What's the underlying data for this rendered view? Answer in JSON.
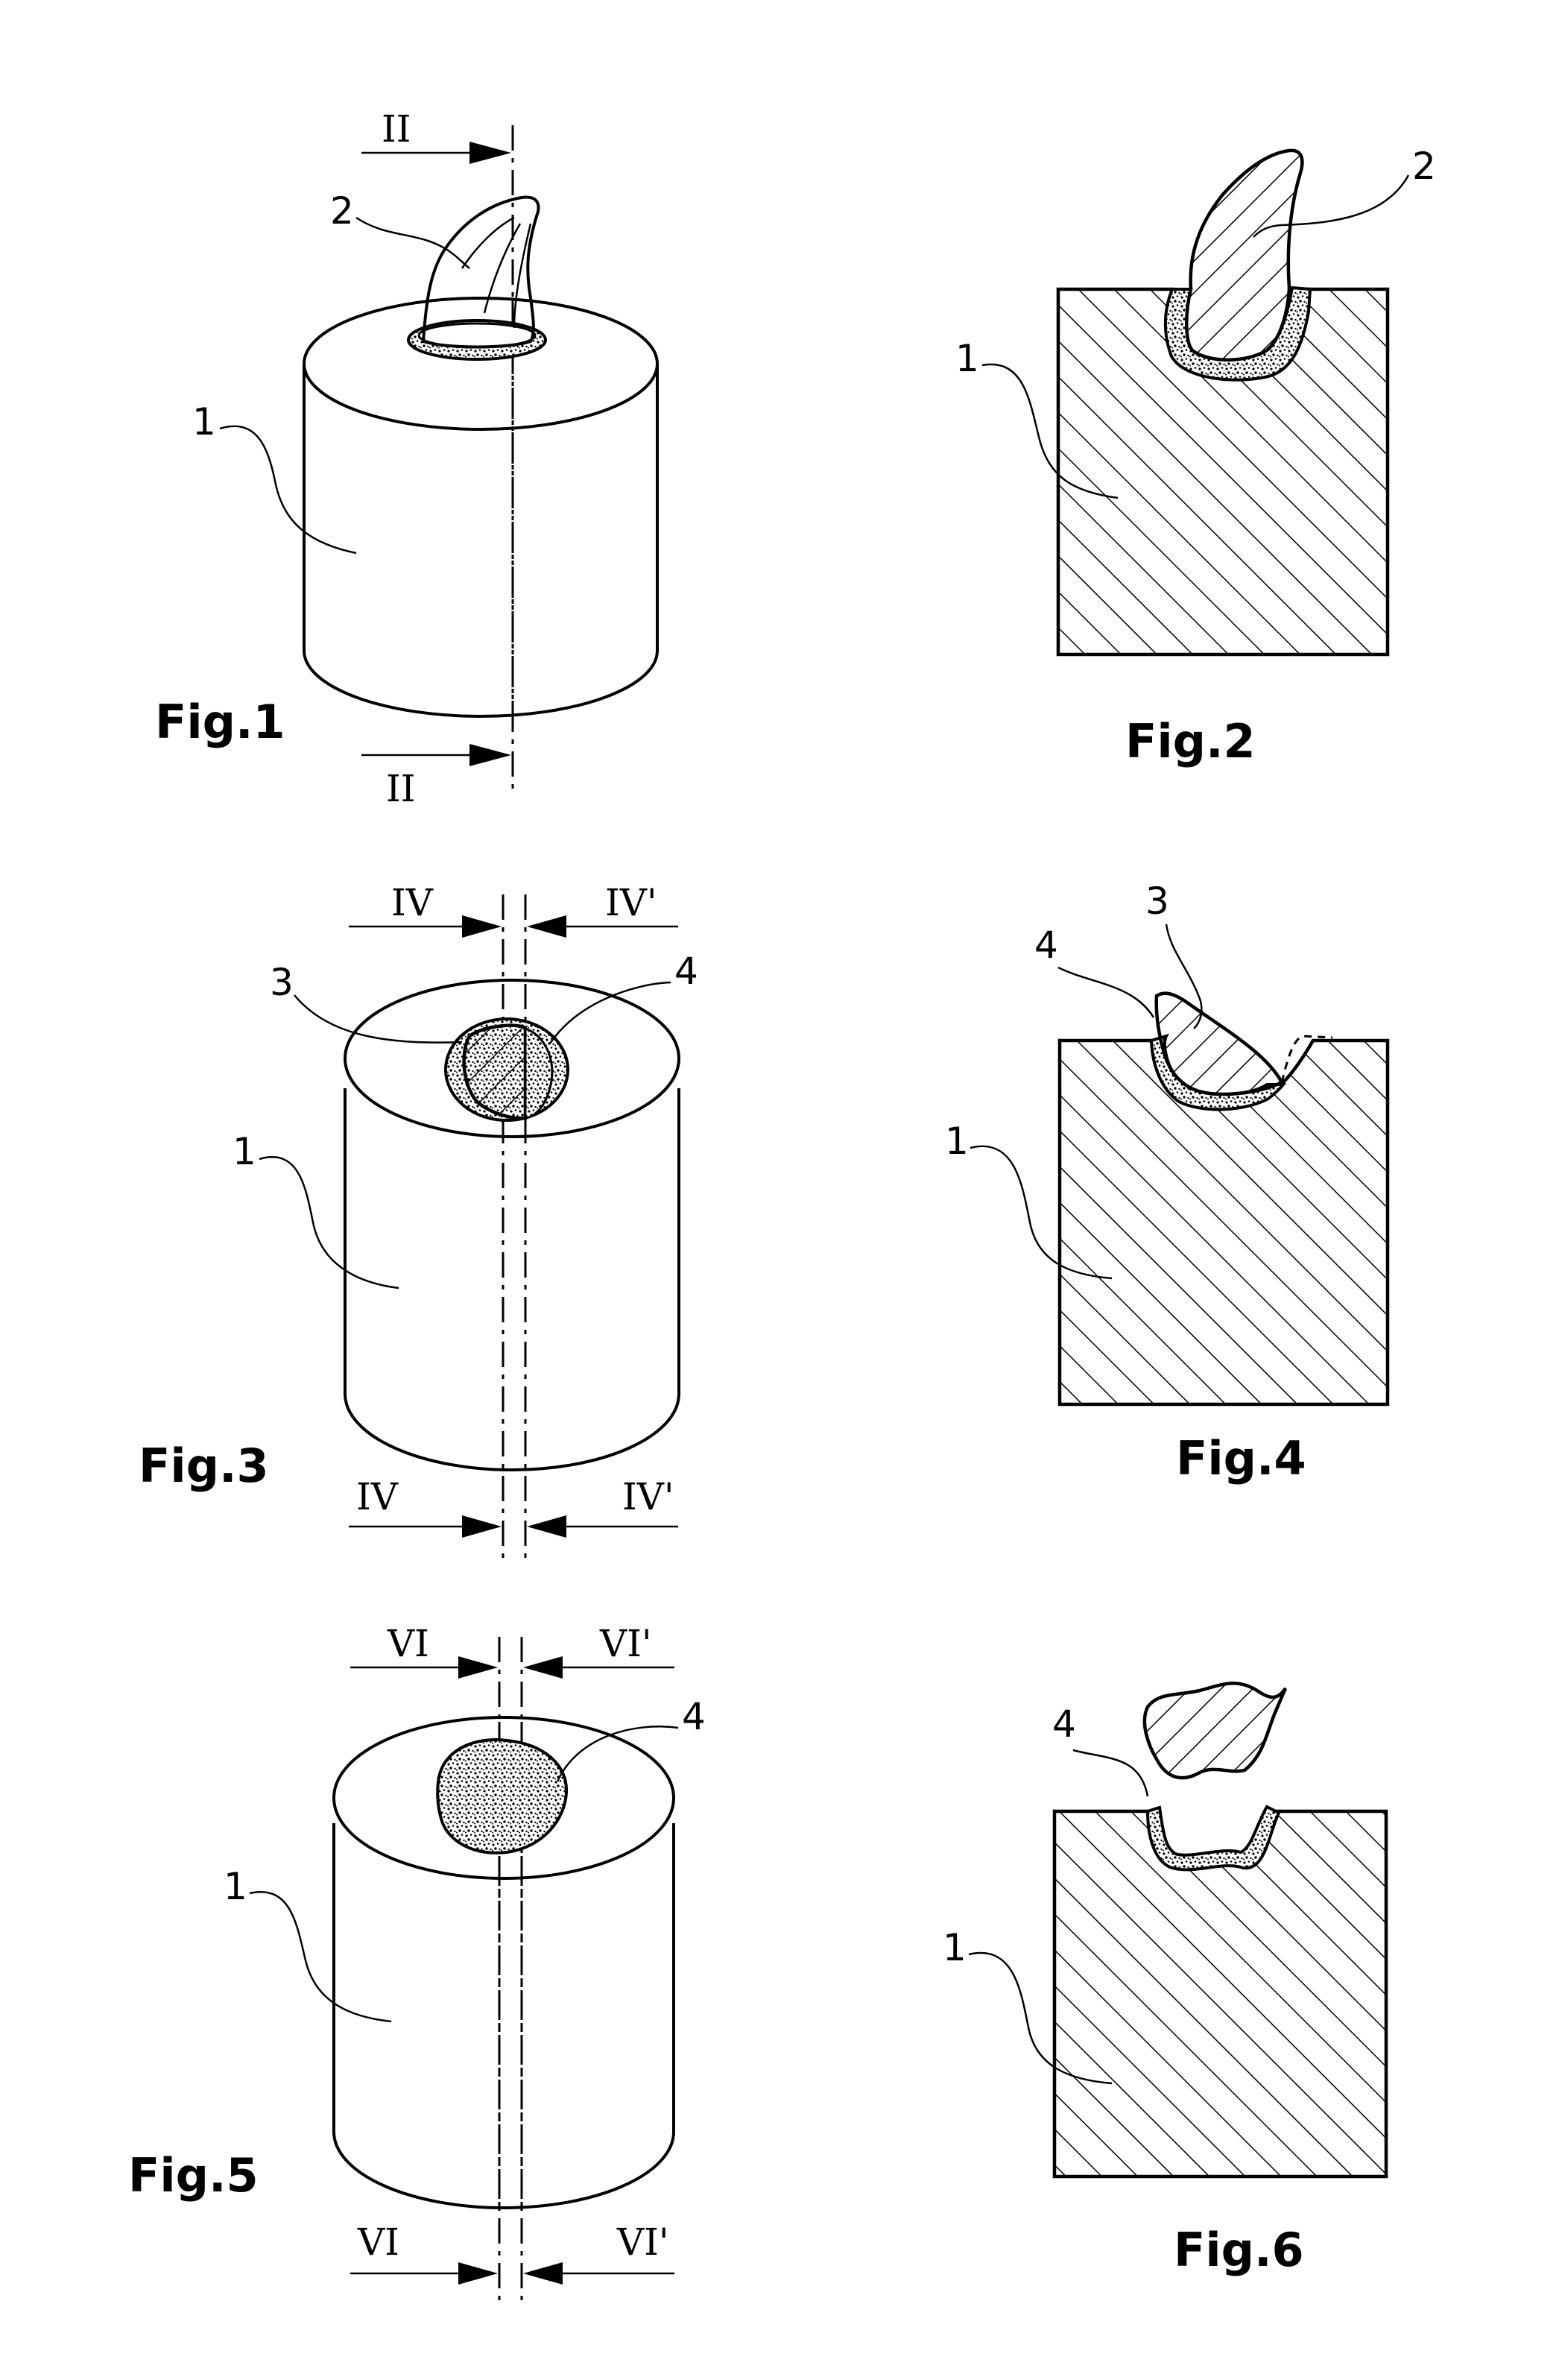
{
  "figures": [
    {
      "id": "fig1",
      "title": "Fig.1",
      "section_top": "II",
      "section_bottom": "II",
      "ref_body": "1",
      "ref_part": "2"
    },
    {
      "id": "fig2",
      "title": "Fig.2",
      "ref_body": "1",
      "ref_part": "2"
    },
    {
      "id": "fig3",
      "title": "Fig.3",
      "section_top_left": "IV",
      "section_top_right": "IV'",
      "section_bottom_left": "IV",
      "section_bottom_right": "IV'",
      "ref_body": "1",
      "ref_part": "3",
      "ref_adhesive": "4"
    },
    {
      "id": "fig4",
      "title": "Fig.4",
      "ref_body": "1",
      "ref_part": "3",
      "ref_adhesive": "4"
    },
    {
      "id": "fig5",
      "title": "Fig.5",
      "section_top_left": "VI",
      "section_top_right": "VI'",
      "section_bottom_left": "VI",
      "section_bottom_right": "VI'",
      "ref_body": "1",
      "ref_adhesive": "4"
    },
    {
      "id": "fig6",
      "title": "Fig.6",
      "ref_body": "1",
      "ref_adhesive": "4"
    }
  ]
}
